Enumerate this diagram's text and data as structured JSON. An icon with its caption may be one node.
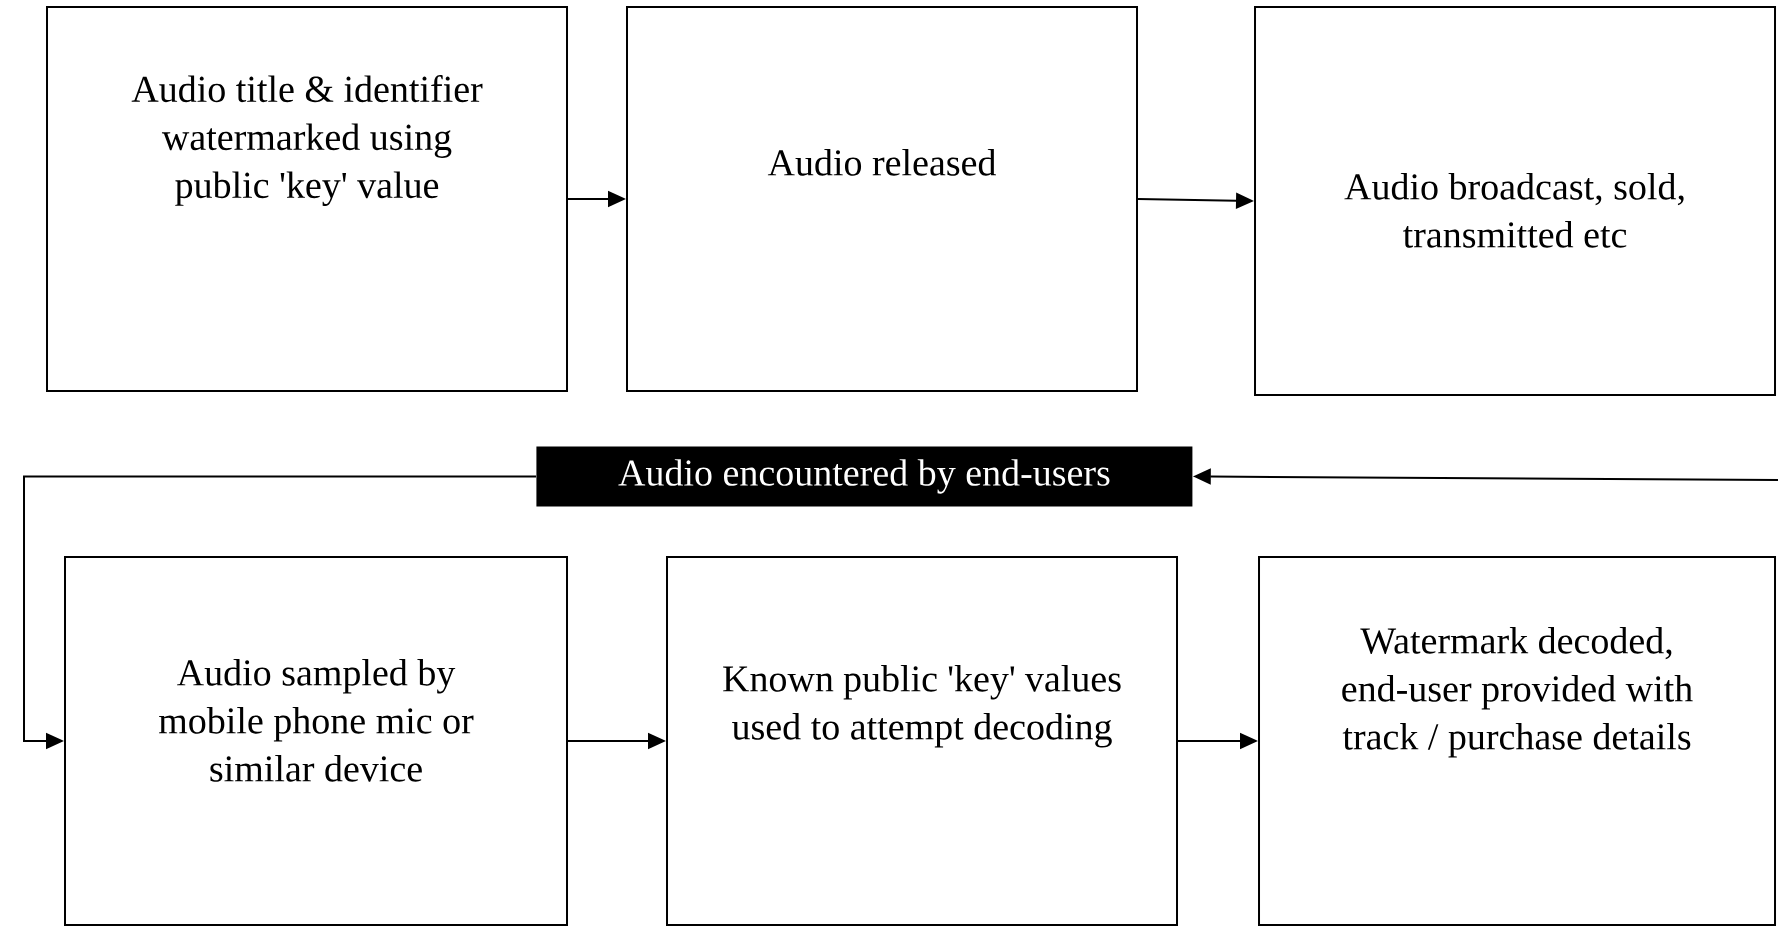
{
  "diagram": {
    "nodes": [
      {
        "text": [
          "Audio title & identifier watermarked using public 'key' value"
        ]
      },
      {
        "text": [
          "Audio released"
        ]
      },
      {
        "text": [
          "Audio broadcast, sold, transmitted etc"
        ]
      },
      {
        "text": [
          "Audio encountered by end-users"
        ]
      },
      {
        "text": [
          "Audio sampled by mobile phone mic or similar device"
        ]
      },
      {
        "text": [
          "Known public 'key' values used to attempt decoding"
        ]
      },
      {
        "text": [
          "Watermark decoded, end-user provided with track / purchase details"
        ]
      }
    ],
    "edges": [
      {
        "from": 0,
        "to": 1,
        "arrow": "to"
      },
      {
        "from": 1,
        "to": 2,
        "arrow": "to"
      },
      {
        "from": null,
        "to": 3,
        "arrow": "to"
      },
      {
        "from": 3,
        "to": 4,
        "arrow": "to"
      },
      {
        "from": 4,
        "to": 5,
        "arrow": "to"
      },
      {
        "from": 5,
        "to": 6,
        "arrow": "to"
      }
    ]
  }
}
